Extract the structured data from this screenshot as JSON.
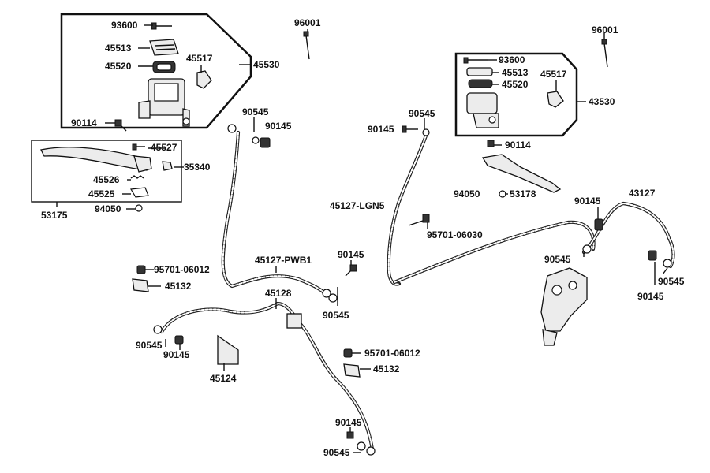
{
  "diagram": {
    "part_numbers": {
      "p93600_a": "93600",
      "p45513_a": "45513",
      "p45520_a": "45520",
      "p45517_a": "45517",
      "p45530": "45530",
      "p96001_a": "96001",
      "p90114_a": "90114",
      "p90545_a": "90545",
      "p90145_a": "90145",
      "p45527": "45527",
      "p35340": "35340",
      "p45526": "45526",
      "p45525": "45525",
      "p94050_a": "94050",
      "p53175": "53175",
      "p95701_06012_a": "95701-06012",
      "p45132_a": "45132",
      "p45127_pwb1": "45127-PWB1",
      "p90145_b": "90145",
      "p90545_b": "90545",
      "p45128": "45128",
      "p90545_c": "90545",
      "p90145_c": "90145",
      "p45124": "45124",
      "p95701_06012_b": "95701-06012",
      "p45132_b": "45132",
      "p90145_d": "90145",
      "p90545_d": "90545",
      "p96001_b": "96001",
      "p93600_b": "93600",
      "p45513_b": "45513",
      "p45520_b": "45520",
      "p45517_b": "45517",
      "p43530": "43530",
      "p90545_e": "90545",
      "p90145_e": "90145",
      "p90114_b": "90114",
      "p94050_b": "94050",
      "p53178": "53178",
      "p45127_lgn5": "45127-LGN5",
      "p95701_06030": "95701-06030",
      "p90145_f": "90145",
      "p43127": "43127",
      "p90545_f": "90545",
      "p90545_g": "90545",
      "p90145_g": "90145"
    }
  }
}
